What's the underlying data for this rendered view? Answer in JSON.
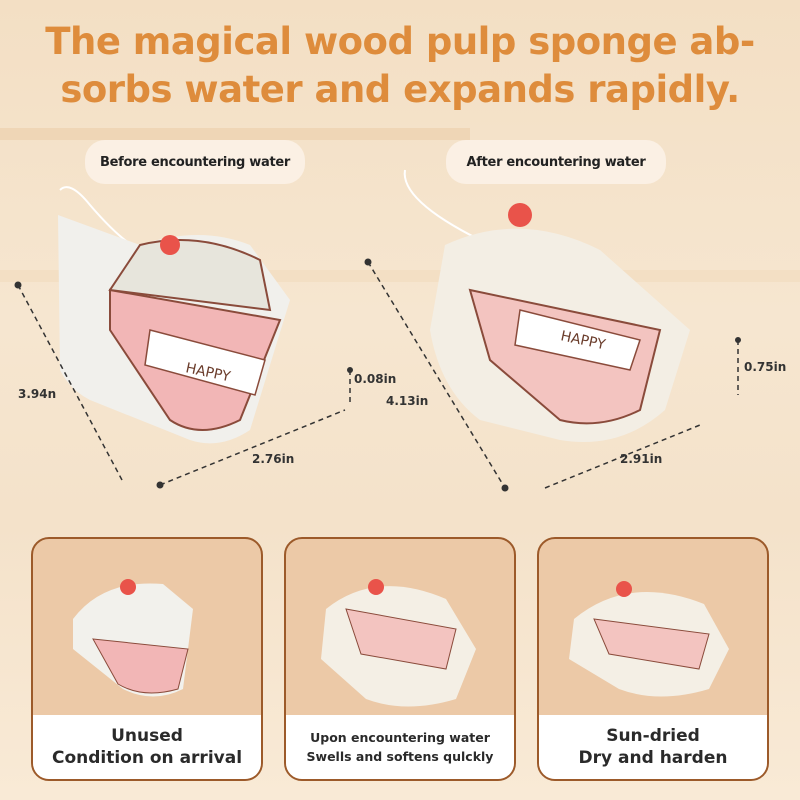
{
  "headline": {
    "line1": "The magical wood pulp sponge ab-",
    "line2": "sorbs water and expands rapidly."
  },
  "labels": {
    "before": "Before encountering water",
    "after": "After encountering water"
  },
  "dimensions": {
    "before": {
      "height": "3.94n",
      "width": "2.76in",
      "thickness": "0.08in"
    },
    "after": {
      "height": "4.13in",
      "width": "2.91in",
      "thickness": "0.75in"
    }
  },
  "sponge_print_text": "HAPPY",
  "cards": [
    {
      "line1": "Unused",
      "line2": "Condition on arrival"
    },
    {
      "line1": "Upon encountering water",
      "line2": "Swells and softens qulckly"
    },
    {
      "line1": "Sun-dried",
      "line2": "Dry and harden"
    }
  ],
  "colors": {
    "headline": "#de8c3c",
    "card_border": "#9c5a2a",
    "card_bg": "#ecc9a7"
  }
}
